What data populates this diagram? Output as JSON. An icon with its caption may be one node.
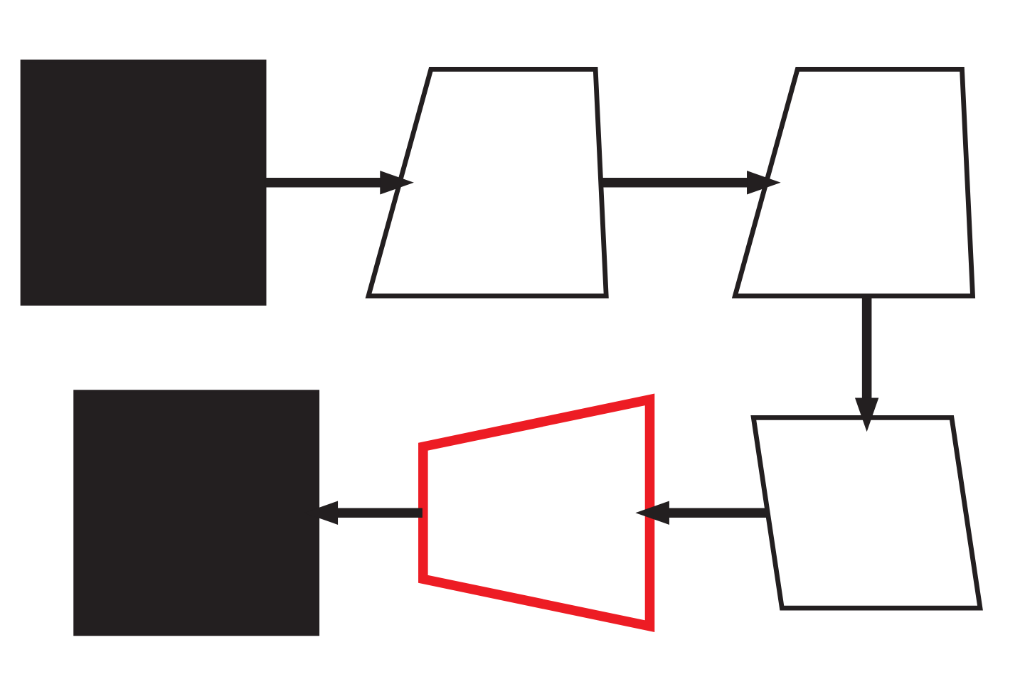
{
  "diagram": {
    "nodes": [
      {
        "text": [],
        "shape": "box"
      },
      {
        "text": [],
        "shape": "box"
      },
      {
        "text": [],
        "shape": "box"
      },
      {
        "text": [],
        "shape": "box"
      },
      {
        "text": [],
        "shape": "box"
      },
      {
        "text": [],
        "shape": "box"
      }
    ],
    "edges": [
      {
        "from": 0,
        "to": 1,
        "arrow": "to"
      },
      {
        "from": 1,
        "to": 2,
        "arrow": "to"
      },
      {
        "from": 2,
        "to": 5,
        "arrow": "to"
      },
      {
        "from": 5,
        "to": 4,
        "arrow": "to"
      },
      {
        "from": 4,
        "to": 3,
        "arrow": "to"
      }
    ]
  }
}
